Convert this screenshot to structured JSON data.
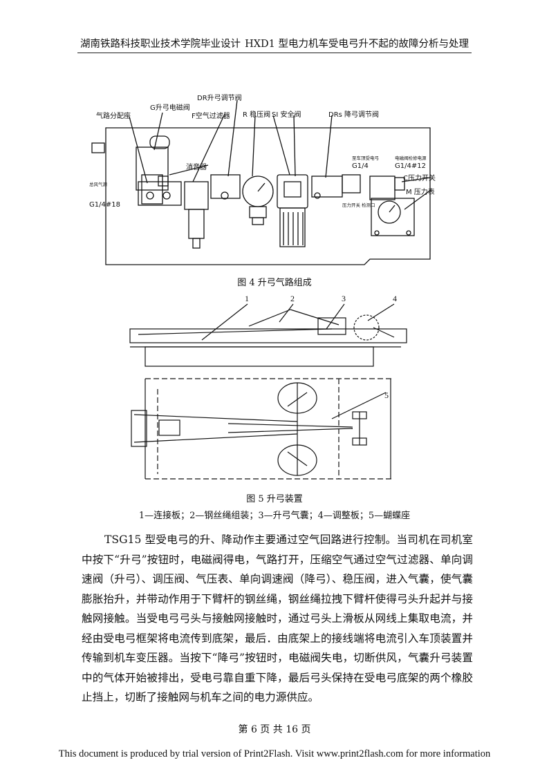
{
  "header": {
    "left": "湖南铁路科技职业技术学院毕业设计",
    "right": "HXD1 型电力机车受电弓升不起的故障分析与处理"
  },
  "figure4": {
    "caption": "图 4   升弓气路组成",
    "labels": {
      "dr": "DR升弓调节阀",
      "g": "G升弓电磁阀",
      "f": "F空气过滤器",
      "air": "气路分配座",
      "r": "R  稳压阀",
      "si": "SI 安全阀",
      "drs": "DRs 降弓调节阀",
      "muffler": "消音器",
      "inlet": "G1/4#18",
      "inlet_top": "总风气源",
      "g14": "G1/4",
      "g14_top": "至车顶受电弓",
      "g1412": "G1/4#12",
      "g1412_top": "电磁阀检修电源",
      "pressure_port": "压力开关\n检测口",
      "c": "C压力开关",
      "m": "M 压力表"
    }
  },
  "figure5": {
    "caption": "图 5 升弓装置",
    "legend": "1—连接板；2—钢丝绳组装；3—升弓气囊；4—调整板；5—蝴蝶座",
    "numbers": [
      "1",
      "2",
      "3",
      "4",
      "5"
    ]
  },
  "paragraph": "TSG15 型受电弓的升、降动作主要通过空气回路进行控制。当司机在司机室中按下“升弓”按钮时，电磁阀得电，气路打开，压缩空气通过空气过滤器、单向调速阀（升弓）、调压阀、气压表、单向调速阀（降弓）、稳压阀，进入气囊，使气囊膨胀抬升，并带动作用于下臂杆的钢丝绳，钢丝绳拉拽下臂杆使得弓头升起并与接触网接触。当受电弓弓头与接触网接触时，通过弓头上滑板从网线上集取电流，并经由受电弓框架将电流传到底架，最后．由底架上的接线端将电流引入车顶装置并传输到机车变压器。当按下“降弓”按钮时，电磁阀失电，切断供风，气囊升弓装置中的气体开始被排出，受电弓靠自重下降，最后弓头保持在受电弓底架的两个橡胶止挡上，切断了接触网与机车之间的电力源供应。",
  "footer": "第 6 页 共 16 页",
  "trial_notice": "This document is produced by trial version of Print2Flash. Visit www.print2flash.com for more information"
}
